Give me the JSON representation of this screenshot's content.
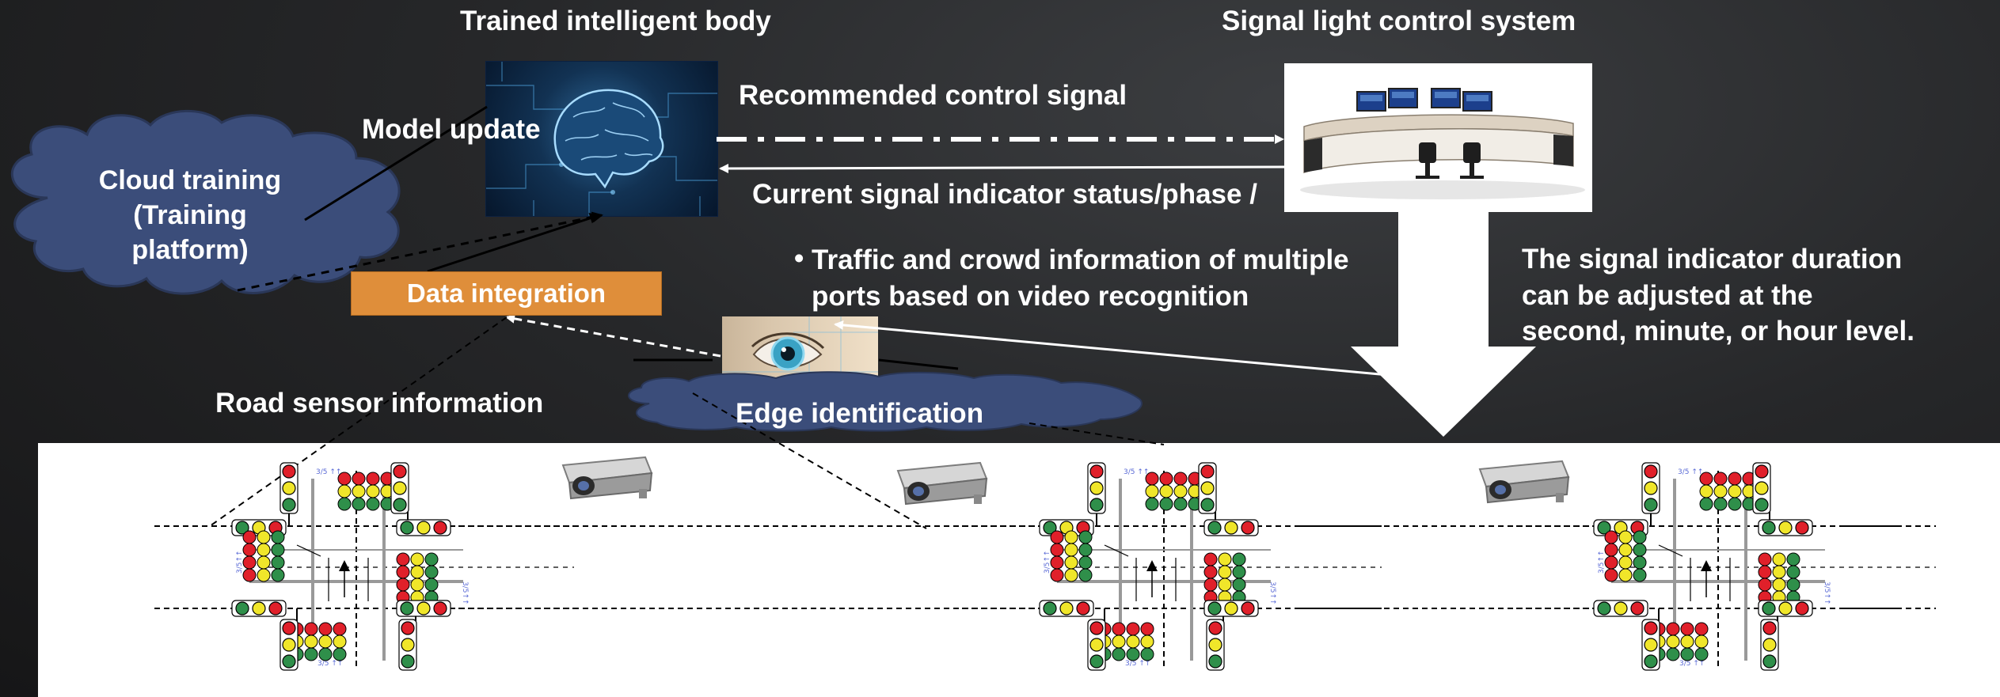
{
  "labels": {
    "trained_body": "Trained intelligent body",
    "signal_system": "Signal light control system",
    "recommended": "Recommended control signal",
    "model_update": "Model update",
    "cloud_line1": "Cloud training",
    "cloud_line2": "(Training",
    "cloud_line3": "platform)",
    "current_status": "Current signal indicator status/phase /",
    "data_integration": "Data integration",
    "traffic_bullet": "•",
    "traffic_line1": "Traffic and crowd information of multiple",
    "traffic_line2": "ports based on video recognition",
    "duration_line1": "The signal indicator duration",
    "duration_line2": "can be adjusted at the",
    "duration_line3": "second, minute, or hour level.",
    "road_sensor": "Road sensor information",
    "edge_identification": "Edge identification"
  },
  "colors": {
    "background": "#262729",
    "cloud_fill": "#3b4d7a",
    "data_integration_fill": "#df8e3a",
    "panel": "#ffffff",
    "light_red": "#e0202a",
    "light_yellow": "#f0e62a",
    "light_green": "#2f8f4a"
  },
  "icons": {
    "brain": "brain-circuit-icon",
    "control_room": "control-desk-icon",
    "eye": "eye-scan-icon",
    "camera": "cctv-camera-icon",
    "traffic_light": "traffic-light-icon"
  }
}
